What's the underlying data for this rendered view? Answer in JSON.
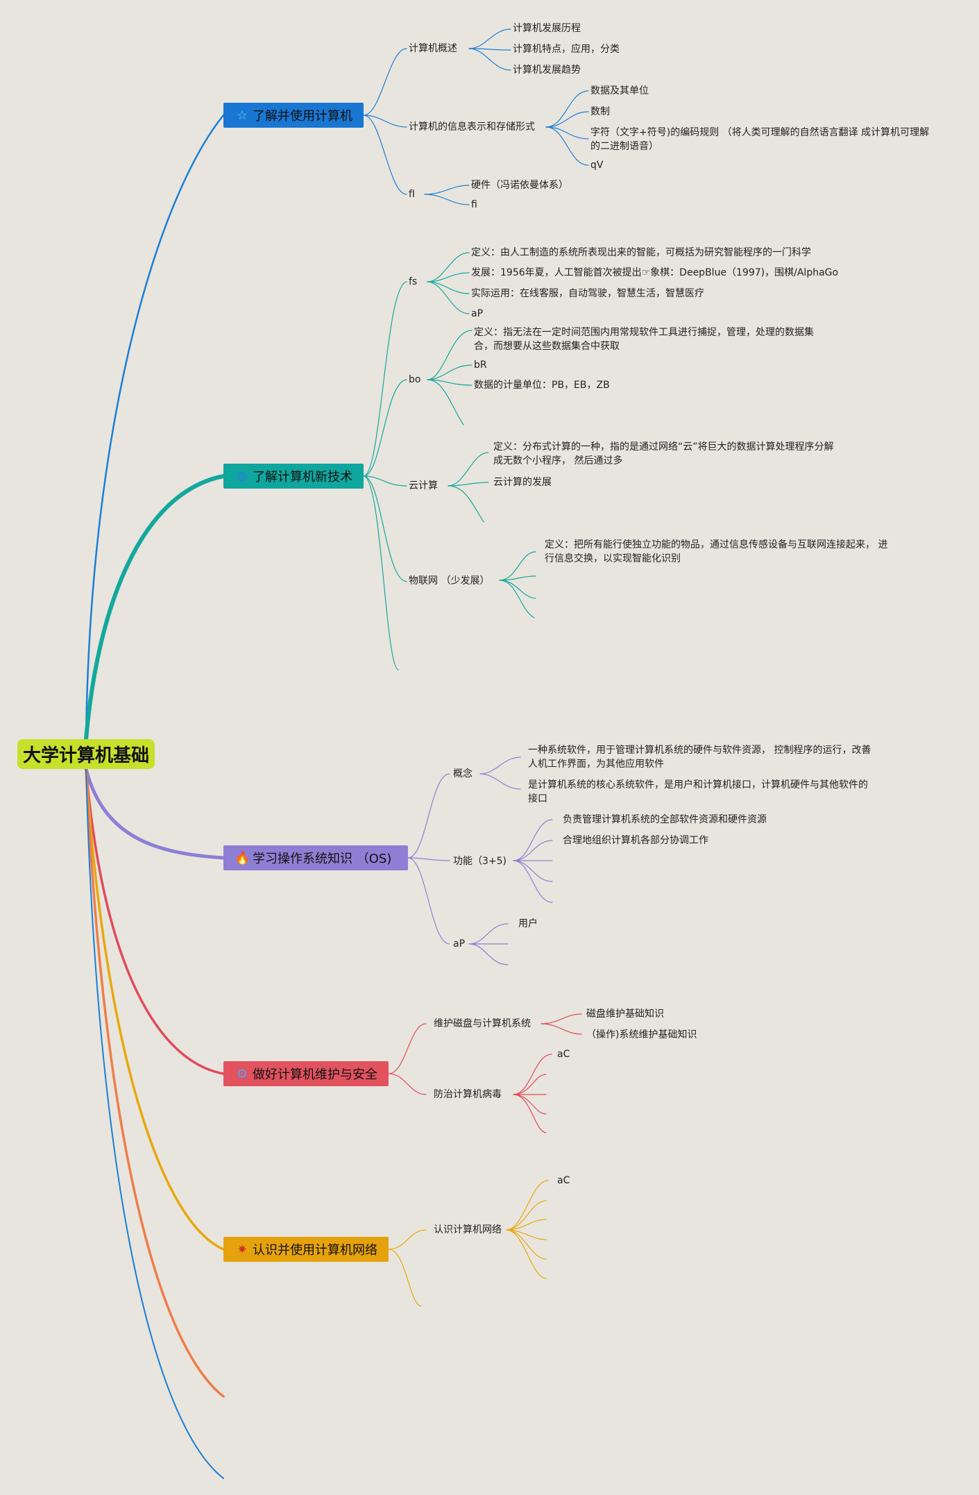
{
  "root": {
    "label": "大学计算机基础"
  },
  "branches": [
    {
      "label": "了解并使用计算机",
      "icon": "star-icon",
      "color": "#1976d2",
      "line_color": "#1a7fd6"
    },
    {
      "label": "了解计算机新技术",
      "icon": "globe-icon",
      "color": "#0fa69e",
      "line_color": "#13a89e"
    },
    {
      "label": "学习操作系统知识 （OS)",
      "icon": "flame-icon",
      "color": "#8f7fd4",
      "line_color": "#8b7fd6"
    },
    {
      "label": "做好计算机维护与安全",
      "icon": "gear-icon",
      "color": "#e2525f",
      "line_color": "#e14b5a"
    },
    {
      "label": "认识并使用计算机网络",
      "icon": "sparkle-icon",
      "color": "#e6a20c",
      "line_color": "#e8a80c"
    }
  ],
  "b1": {
    "sub1": "计算机概述",
    "sub1_items": [
      "计算机发展历程",
      "计算机特点，应用，分类",
      "计算机发展趋势"
    ],
    "sub2": "计算机的信息表示和存储形式",
    "sub2_items": [
      "数据及其单位",
      "数制",
      "字符（文字+符号)的编码规则 （将人类可理解的自然语言翻译 成计算机可理解的二进制语音）",
      "qV"
    ],
    "sub3": "fI",
    "sub3_items": [
      "硬件（冯诺依曼体系）",
      "fi"
    ]
  },
  "b2": {
    "sub1": "fs",
    "sub1_items": [
      "定义：由人工制造的系统所表现出来的智能，可概括为研究智能程序的一门科学",
      "发展：1956年夏，人工智能首次被提出☞象棋：DeepBlue（1997)，围棋/AlphaGo",
      "实际运用：在线客服，自动驾驶，智慧生活，智慧医疗",
      "aP"
    ],
    "sub2": "bo",
    "sub2_items": [
      "定义：指无法在一定时间范围内用常规软件工具进行捕捉，管理，处理的数据集合，而想要从这些数据集合中获取",
      "bR",
      "数据的计量单位：PB，EB，ZB"
    ],
    "sub3": "云计算",
    "sub3_items": [
      "定义：分布式计算的一种，指的是通过网络“云”将巨大的数据计算处理程序分解成无数个小程序， 然后通过多",
      "云计算的发展"
    ],
    "sub4": "物联网 （少发展）",
    "sub4_items": [
      "定义：把所有能行使独立功能的物品，通过信息传感设备与互联网连接起来， 进行信息交换，以实现智能化识别"
    ]
  },
  "b3": {
    "sub1": "概念",
    "sub1_items": [
      "一种系统软件，用于管理计算机系统的硬件与软件资源， 控制程序的运行，改善人机工作界面，为其他应用软件",
      "是计算机系统的核心系统软件，是用户和计算机接口，计算机硬件与其他软件的接口"
    ],
    "sub2": "功能（3+5)",
    "sub2_items": [
      "负责管理计算机系统的全部软件资源和硬件资源",
      "合理地组织计算机各部分协调工作"
    ],
    "sub3": "aP",
    "sub3_items": [
      "用户"
    ]
  },
  "b4": {
    "sub1": "维护磁盘与计算机系统",
    "sub1_items": [
      "磁盘维护基础知识",
      "（操作)系统维护基础知识"
    ],
    "sub2": "防治计算机病毒",
    "sub2_items": [
      "aC"
    ]
  },
  "b5": {
    "sub1": "认识计算机网络",
    "sub1_items": [
      "aC"
    ]
  }
}
